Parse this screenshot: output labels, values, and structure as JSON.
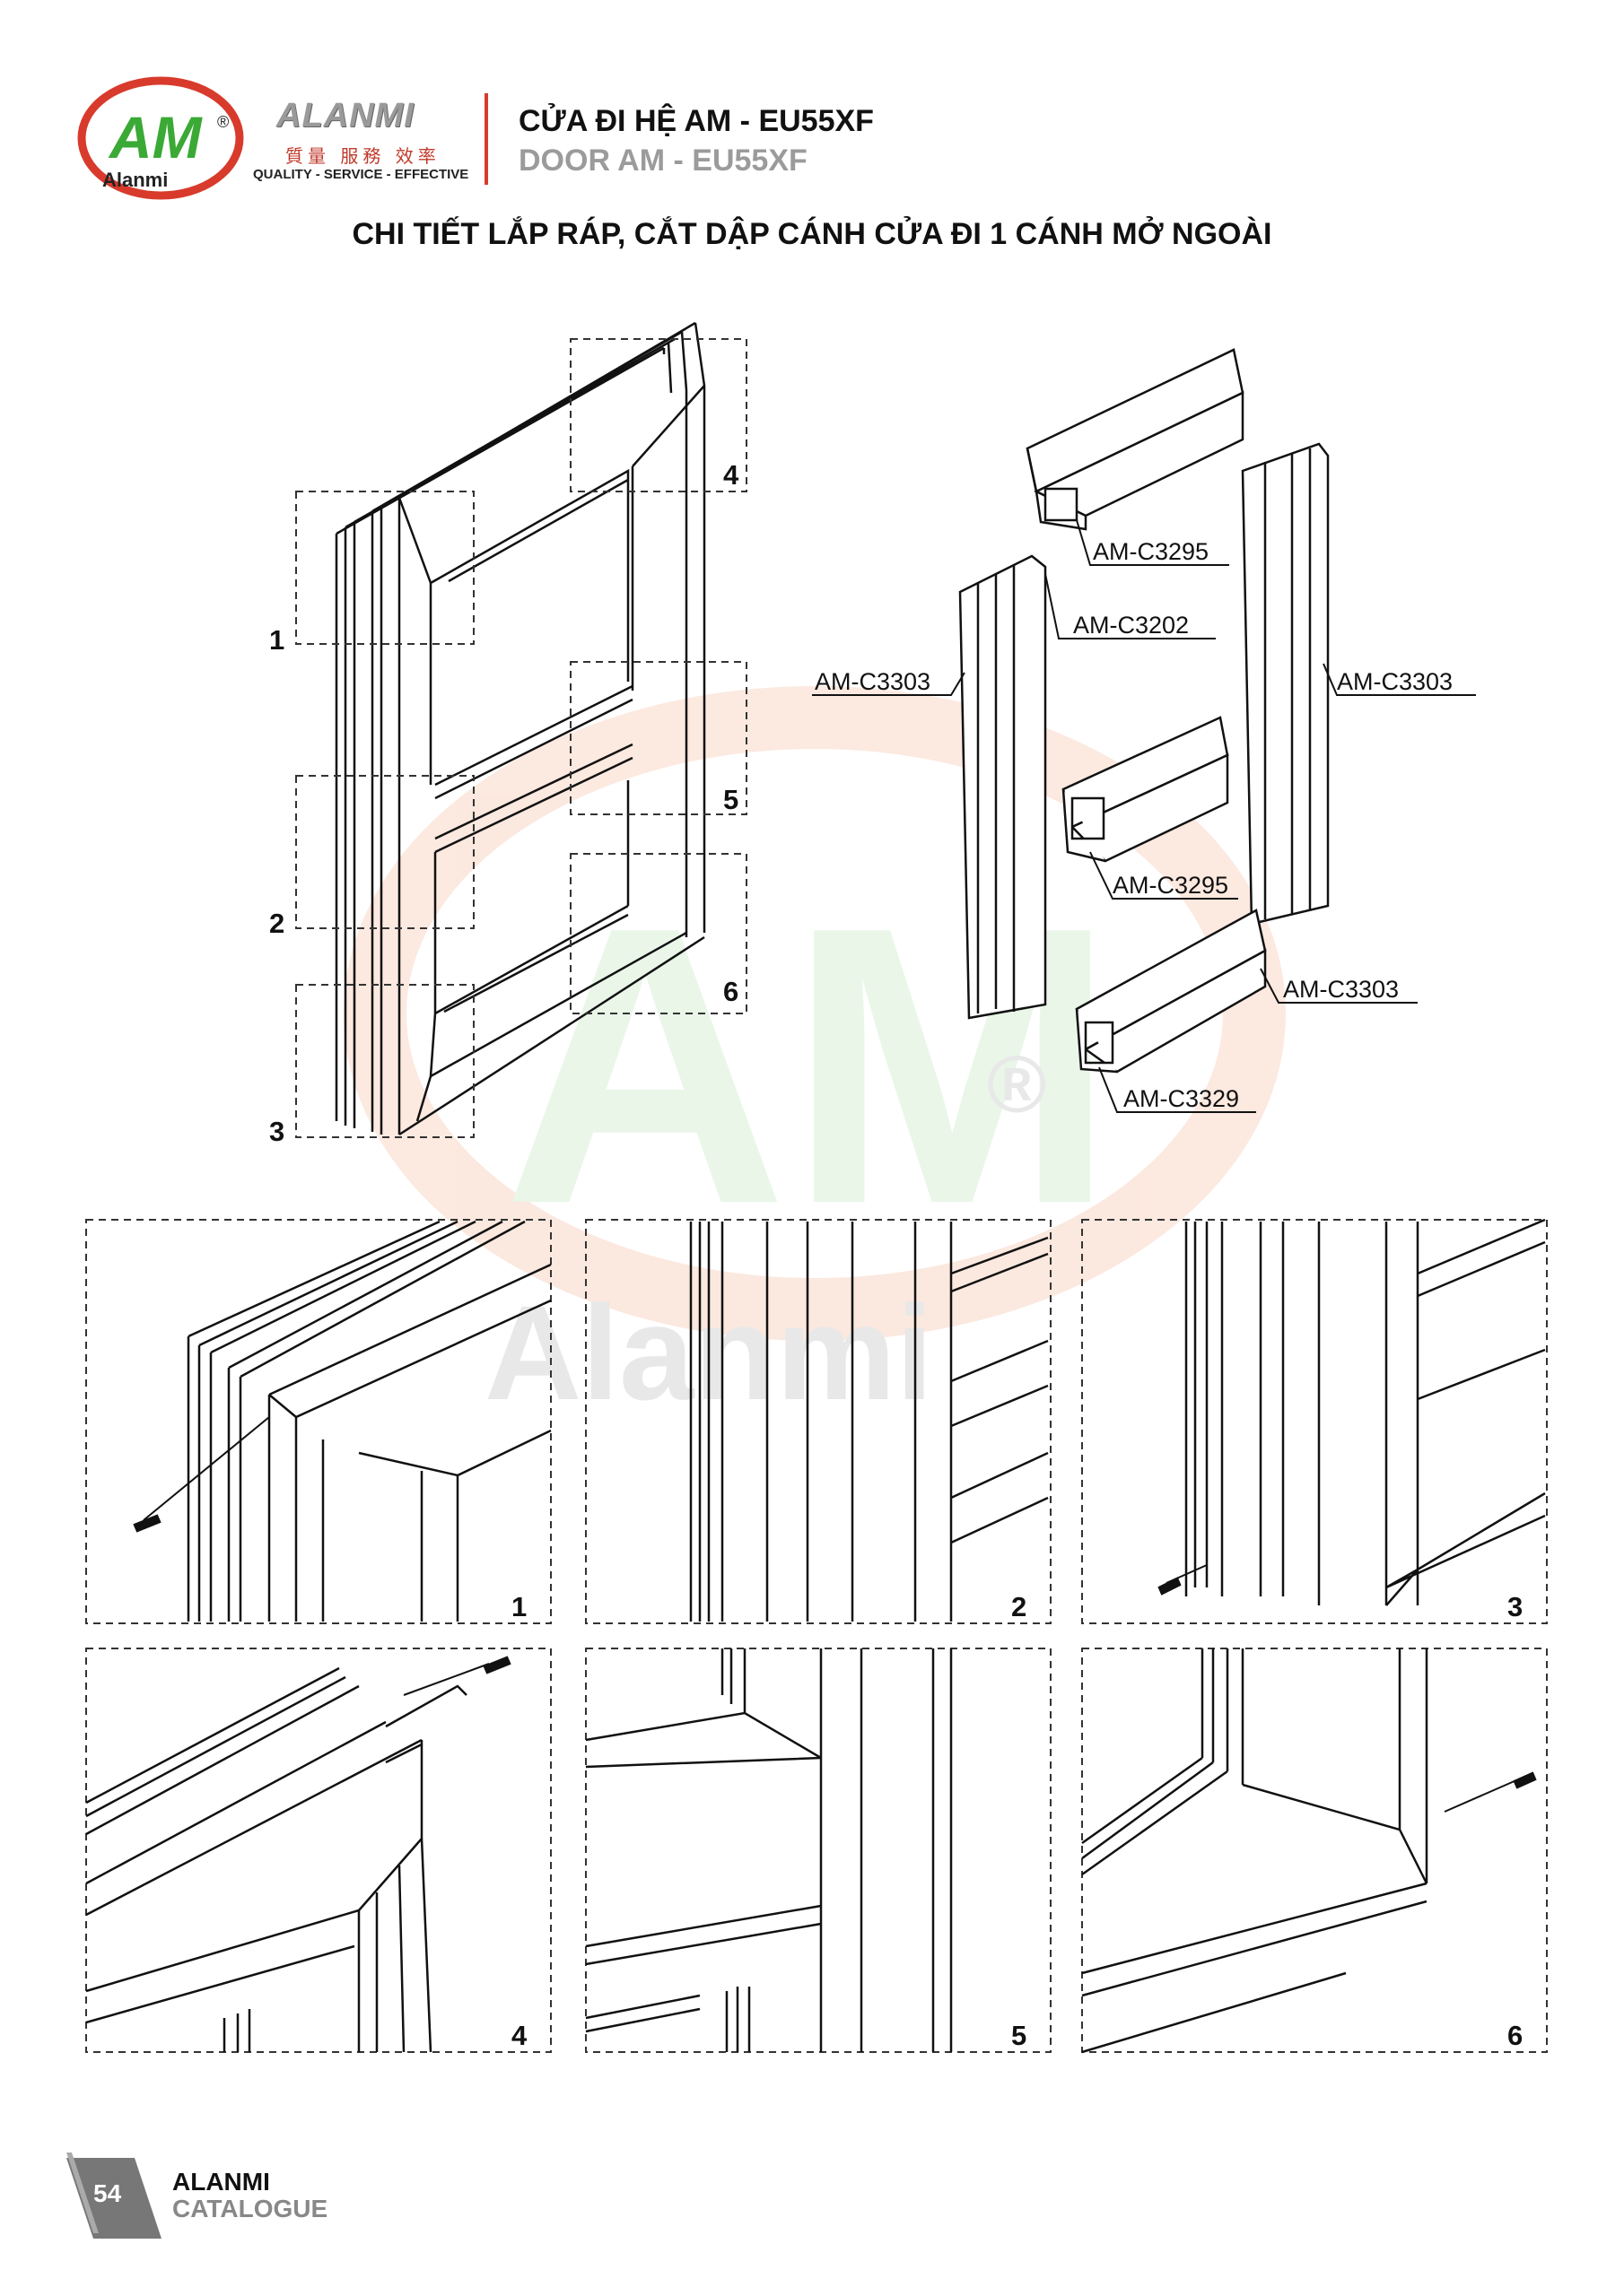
{
  "header": {
    "logo_text": "Alanmi",
    "logo_mark": "AM",
    "brand_word": "ALANMI",
    "brand_cjk": "質量 服務 效率",
    "brand_tagline": "QUALITY - SERVICE - EFFECTIVE",
    "title_vn": "CỬA ĐI HỆ AM - EU55XF",
    "title_en": "DOOR AM - EU55XF"
  },
  "subtitle": "CHI TIẾT LẮP RÁP, CẮT DẬP CÁNH CỬA ĐI 1 CÁNH MỞ NGOÀI",
  "assembly": {
    "region_numbers": [
      "1",
      "2",
      "3",
      "4",
      "5",
      "6"
    ]
  },
  "profiles": {
    "top_rail_code": "AM-C3295",
    "stile_front_code": "AM-C3202",
    "stile_left_code": "AM-C3303",
    "stile_right_code": "AM-C3303",
    "mid_rail_code": "AM-C3295",
    "bottom_rail_code": "AM-C3303",
    "bottom_insert_code": "AM-C3329"
  },
  "details": {
    "panel_numbers": [
      "1",
      "2",
      "3",
      "4",
      "5",
      "6"
    ]
  },
  "watermark": {
    "mark": "AM",
    "registered": "®",
    "word": "Alanmi"
  },
  "footer": {
    "page_number": "54",
    "brand": "ALANMI",
    "catalogue": "CATALOGUE"
  },
  "colors": {
    "brand_red": "#d83a2c",
    "brand_green": "#3aa935",
    "grey_text": "#9b9b9b",
    "line": "#111111"
  }
}
